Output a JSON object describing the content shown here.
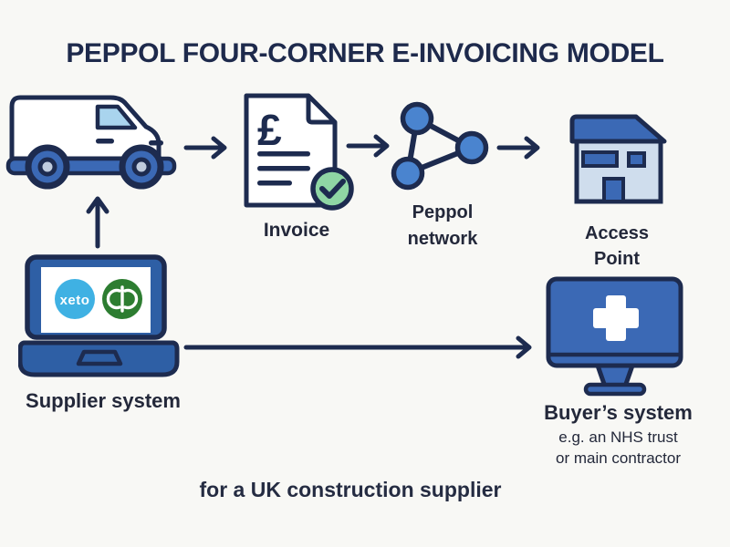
{
  "title": "PEPPOL FOUR-CORNER E-INVOICING MODEL",
  "footer": "for a UK construction supplier",
  "flow": {
    "van": {
      "icon": "delivery-van-icon"
    },
    "invoice": {
      "icon": "invoice-document-icon",
      "currency_symbol": "£",
      "label": "Invoice",
      "status_icon": "green-checkmark-icon"
    },
    "network": {
      "icon": "network-nodes-icon",
      "label": "Peppol network"
    },
    "access_point": {
      "icon": "building-icon",
      "label": "Access Point"
    }
  },
  "supplier": {
    "icon": "laptop-icon",
    "label": "Supplier system",
    "logos": [
      {
        "name": "xero-logo",
        "text": "xeto",
        "color": "#3fb1e3"
      },
      {
        "name": "quickbooks-logo",
        "color": "#2d7d31"
      }
    ]
  },
  "buyer": {
    "icon": "monitor-medical-cross-icon",
    "label": "Buyer’s system",
    "sub_line1": "e.g. an NHS trust",
    "sub_line2": "or main contractor"
  },
  "colors": {
    "background": "#f8f8f5",
    "outline_navy": "#1d2b4f",
    "title_navy": "#1e2a4c",
    "label_dark": "#23283a",
    "primary_blue": "#3b69b5",
    "laptop_blue": "#2e5fa5",
    "node_blue": "#4a84cf",
    "light_blue": "#a9d4ee",
    "pale_blue": "#cfdded",
    "check_green": "#8fd6a4"
  }
}
